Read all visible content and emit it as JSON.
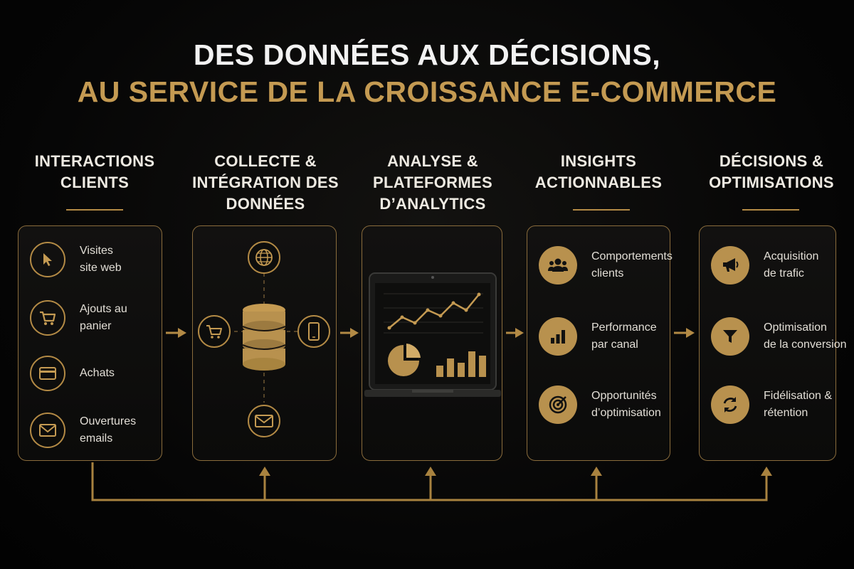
{
  "title": {
    "line1": "DES DONNÉES AUX DÉCISIONS,",
    "line2": "AU SERVICE DE LA CROISSANCE E-COMMERCE"
  },
  "colors": {
    "accent": "#c49a52",
    "background": "#050505",
    "text": "#eeeae2"
  },
  "columns": [
    {
      "heading": [
        "INTERACTIONS",
        "CLIENTS"
      ],
      "items": [
        {
          "icon": "cursor-icon",
          "label": [
            "Visites",
            "site web"
          ]
        },
        {
          "icon": "cart-icon",
          "label": [
            "Ajouts au",
            "panier"
          ]
        },
        {
          "icon": "credit-card-icon",
          "label": [
            "Achats"
          ]
        },
        {
          "icon": "envelope-icon",
          "label": [
            "Ouvertures",
            "emails"
          ]
        }
      ]
    },
    {
      "heading": [
        "COLLECTE &",
        "INTÉGRATION DES",
        "DONNÉES"
      ],
      "items": [
        {
          "icon": "globe-icon"
        },
        {
          "icon": "cart-icon"
        },
        {
          "icon": "database-icon"
        },
        {
          "icon": "smartphone-icon"
        },
        {
          "icon": "envelope-icon"
        }
      ]
    },
    {
      "heading": [
        "ANALYSE &",
        "PLATEFORMES",
        "D’ANALYTICS"
      ],
      "items": [
        {
          "icon": "laptop-dashboard-icon"
        },
        {
          "icon": "line-chart-icon"
        },
        {
          "icon": "pie-chart-icon"
        },
        {
          "icon": "bar-chart-icon"
        }
      ]
    },
    {
      "heading": [
        "INSIGHTS",
        "ACTIONNABLES"
      ],
      "items": [
        {
          "icon": "users-icon",
          "label": [
            "Comportements",
            "clients"
          ]
        },
        {
          "icon": "bar-chart-icon",
          "label": [
            "Performance",
            "par canal"
          ]
        },
        {
          "icon": "target-icon",
          "label": [
            "Opportunités",
            "d’optimisation"
          ]
        }
      ]
    },
    {
      "heading": [
        "DÉCISIONS &",
        "OPTIMISATIONS"
      ],
      "items": [
        {
          "icon": "megaphone-icon",
          "label": [
            "Acquisition",
            "de trafic"
          ]
        },
        {
          "icon": "funnel-icon",
          "label": [
            "Optimisation",
            "de la conversion"
          ]
        },
        {
          "icon": "refresh-icon",
          "label": [
            "Fidélisation &",
            "rétention"
          ]
        }
      ]
    }
  ]
}
